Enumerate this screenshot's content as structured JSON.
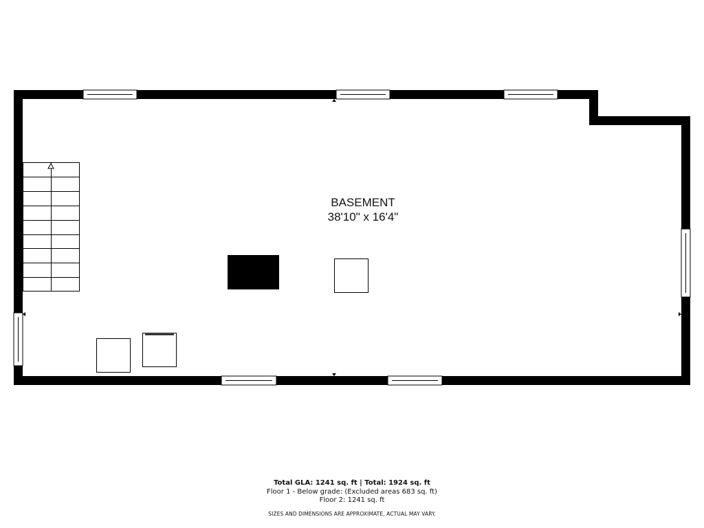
{
  "room": {
    "name": "BASEMENT",
    "dimensions": "38'10\" x 16'4\""
  },
  "footer": {
    "totals": "Total GLA: 1241 sq. ft | Total: 1924 sq. ft",
    "floor1": "Floor 1 - Below grade: (Excluded areas 683 sq. ft)",
    "floor2": "Floor 2: 1241 sq. ft",
    "disclaimer": "SIZES AND DIMENSIONS ARE APPROXIMATE, ACTUAL MAY VARY."
  },
  "colors": {
    "wall": "#000000",
    "background": "#ffffff",
    "text": "#111111"
  }
}
